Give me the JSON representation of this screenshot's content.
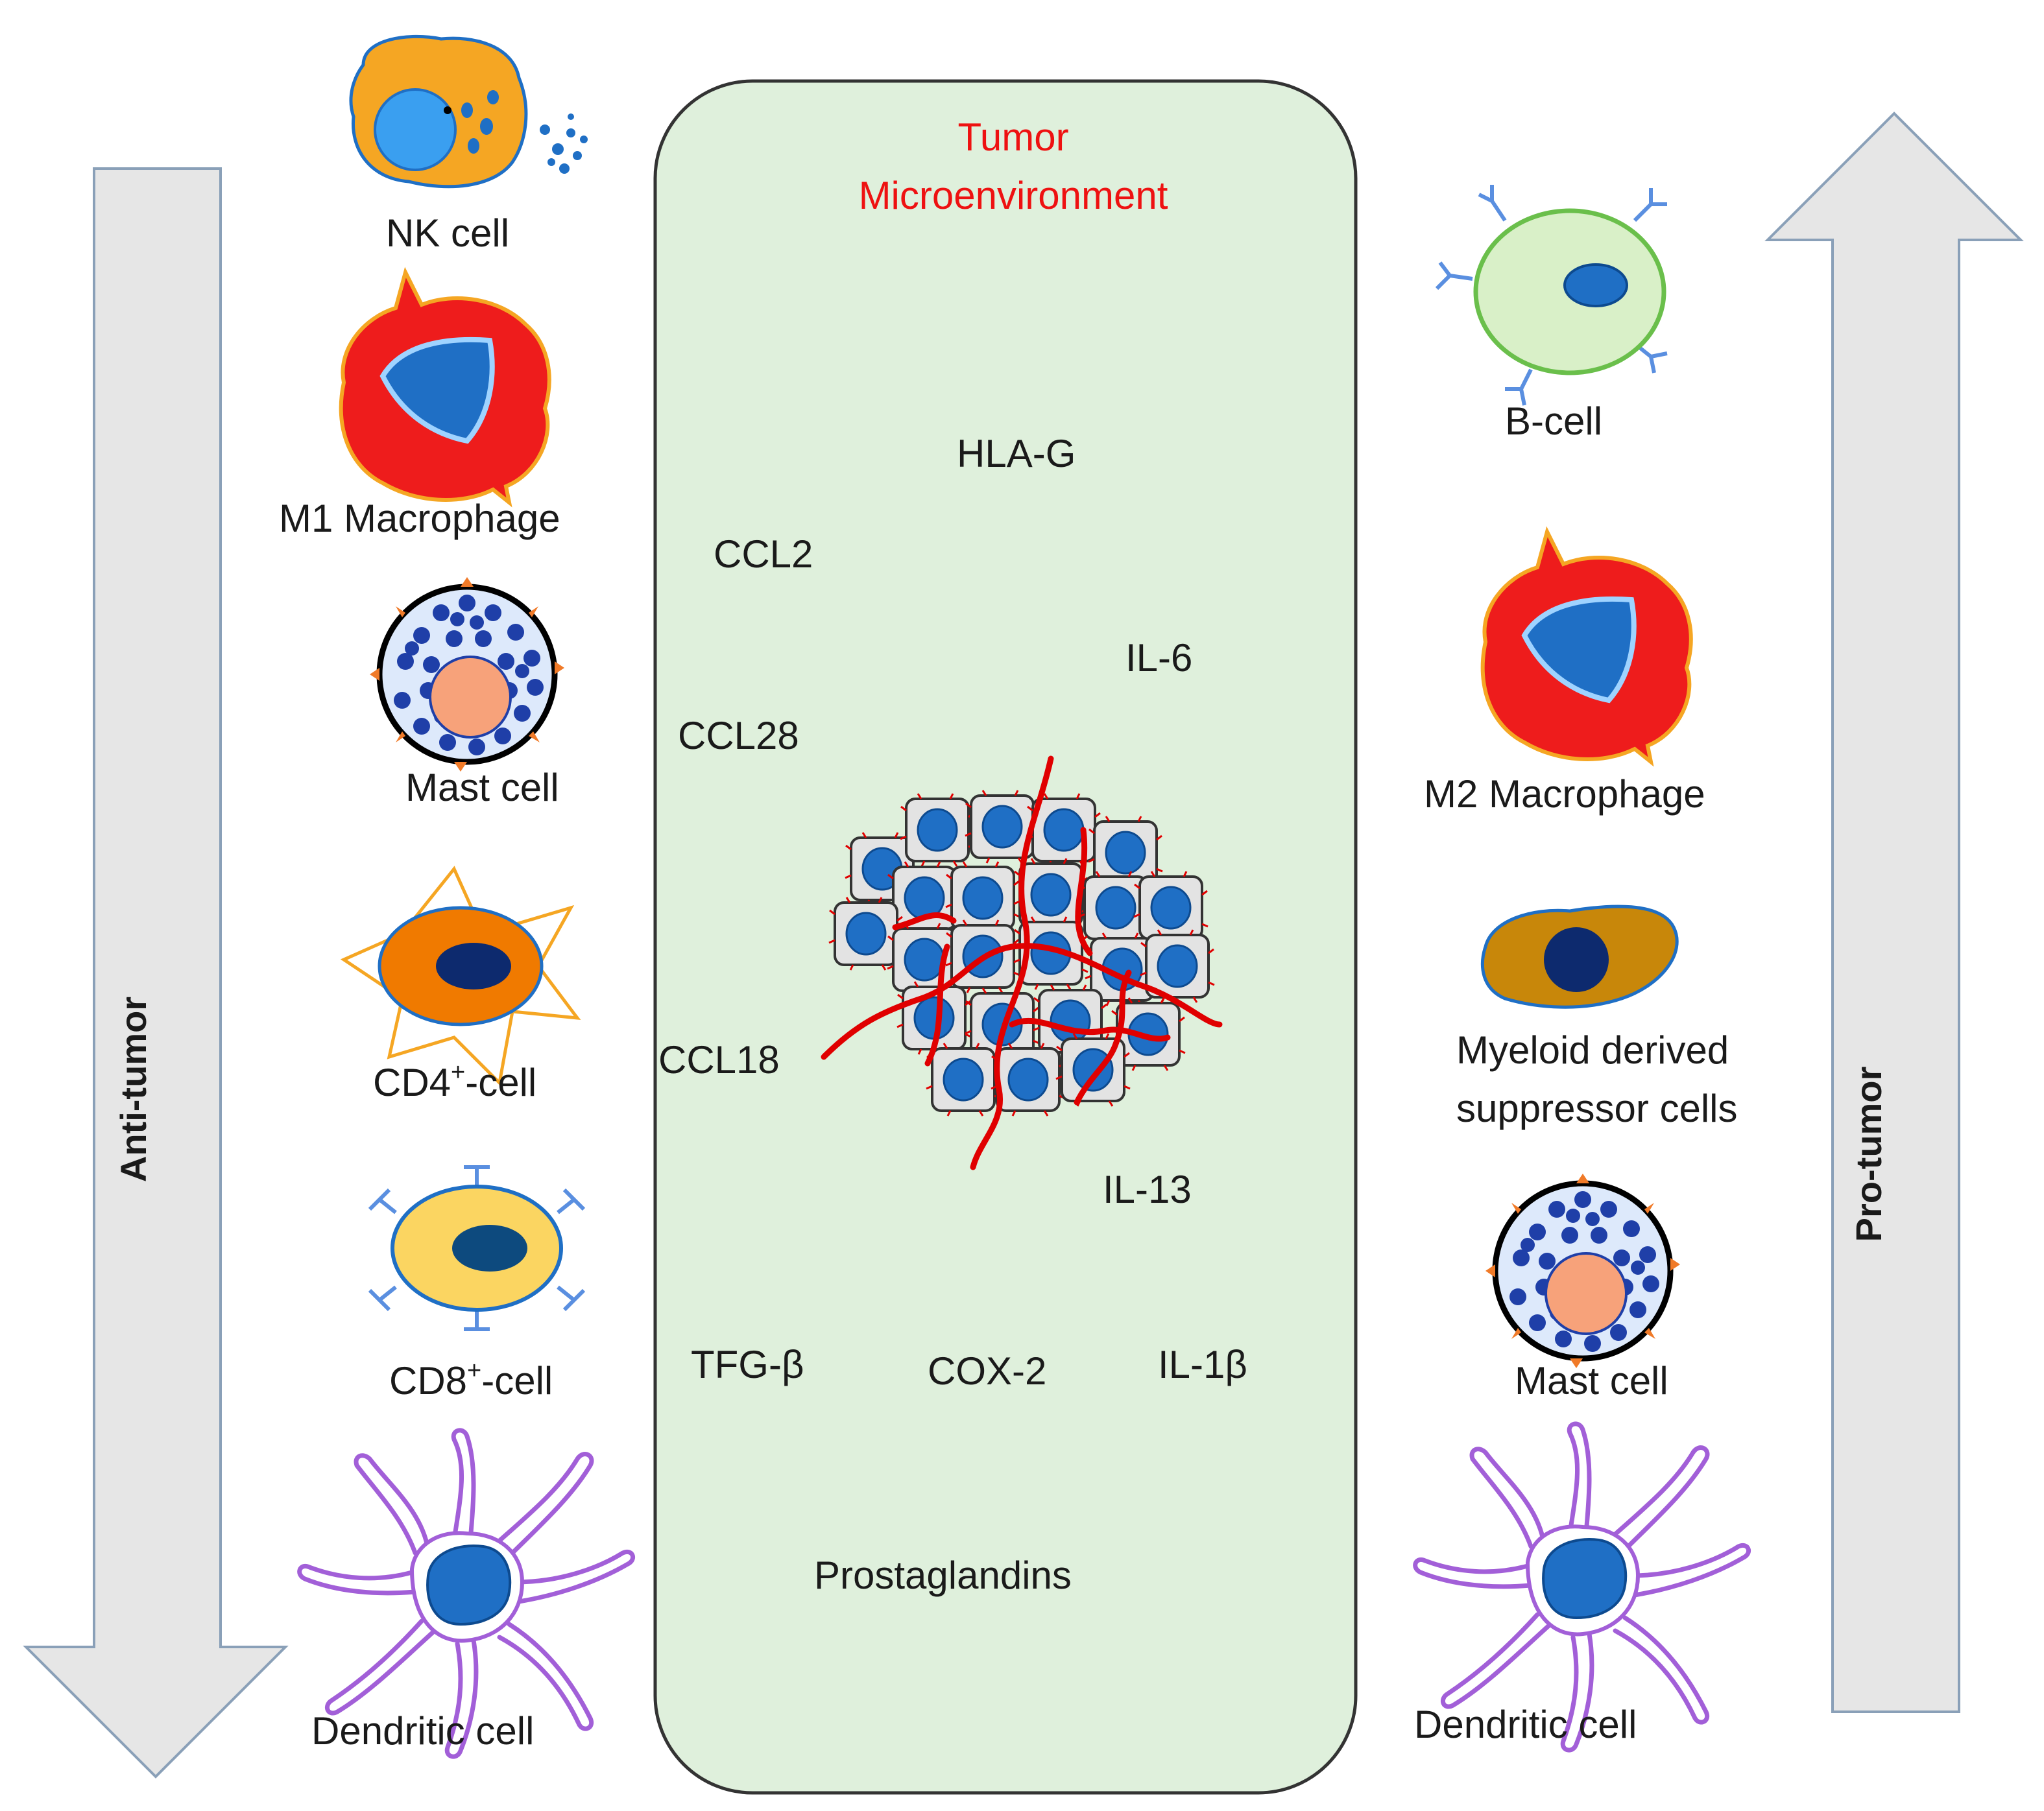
{
  "tme": {
    "title_line1": "Tumor",
    "title_line2": "Microenvironment",
    "title_color": "#ee1111",
    "background_color": "#dff0dc",
    "factors": {
      "hla_g": "HLA-G",
      "ccl2": "CCL2",
      "il6": "IL-6",
      "ccl28": "CCL28",
      "ccl18": "CCL18",
      "il13": "IL-13",
      "tfg_beta": "TFG-β",
      "cox2": "COX-2",
      "il1b": "IL-1β",
      "prostaglandins": "Prostaglandins"
    }
  },
  "arrows": {
    "left_label": "Anti-tumor",
    "right_label": "Pro-tumor",
    "left_direction": "down",
    "right_direction": "up",
    "fill_color": "#e6e6e6"
  },
  "anti_tumor_cells": {
    "nk_cell": "NK cell",
    "m1_macrophage": "M1 Macrophage",
    "mast_cell": "Mast cell",
    "cd4_prefix": "CD4",
    "cd4_sup": "+",
    "cd4_suffix": "-cell",
    "cd8_prefix": "CD8",
    "cd8_sup": "+",
    "cd8_suffix": "-cell",
    "dendritic_cell": "Dendritic cell"
  },
  "pro_tumor_cells": {
    "b_cell": "B-cell",
    "m2_macrophage": "M2 Macrophage",
    "mdsc_line1": "Myeloid derived",
    "mdsc_line2": "suppressor cells",
    "mast_cell": "Mast cell",
    "dendritic_cell": "Dendritic cell"
  },
  "colors": {
    "nucleus_blue": "#1f6fc5",
    "macrophage_red": "#ee1c1c",
    "nk_orange": "#f5a623",
    "b_cell_green": "#d9f0c8",
    "mdsc_brown": "#c8870a",
    "cd8_yellow": "#fbd561",
    "cd4_orange": "#f07a00",
    "dendritic_purple": "#a25fd8",
    "vessel_red": "#e00000"
  }
}
